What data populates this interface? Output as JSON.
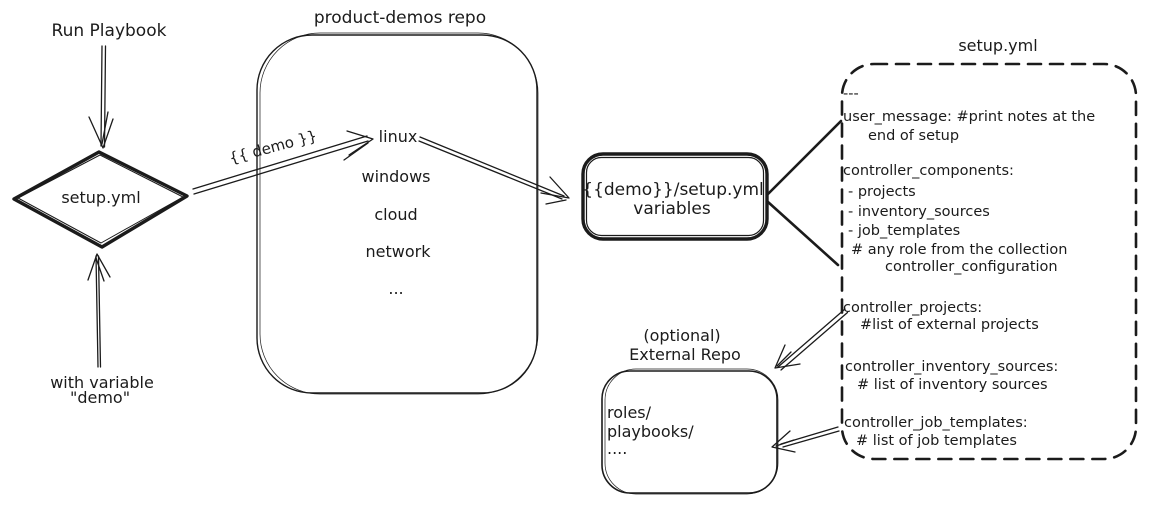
{
  "colors": {
    "ink": "#1b1b1b",
    "background": "#ffffff"
  },
  "left_flow": {
    "run_playbook_label": "Run Playbook",
    "diamond_label": "setup.yml",
    "with_variable_line1": "with variable",
    "with_variable_line2": "\"demo\"",
    "demo_edge_label": "{{ demo }}"
  },
  "repo": {
    "title": "product-demos repo",
    "items": [
      "linux",
      "windows",
      "cloud",
      "network",
      "..."
    ]
  },
  "variables_box": {
    "line1": "{{demo}}/setup.yml",
    "line2": "variables"
  },
  "external_repo": {
    "label_line1": "(optional)",
    "label_line2": "External Repo",
    "lines": [
      "roles/",
      "playbooks/",
      "...."
    ]
  },
  "setup_yaml": {
    "title": "setup.yml",
    "lines": [
      "---",
      "user_message: #print notes at the",
      "end of setup",
      "controller_components:",
      "- projects",
      "- inventory_sources",
      "- job_templates",
      "# any role from the collection",
      "controller_configuration",
      "controller_projects:",
      "#list of external projects",
      "controller_inventory_sources:",
      "# list of inventory sources",
      "controller_job_templates:",
      "# list of job templates"
    ]
  }
}
